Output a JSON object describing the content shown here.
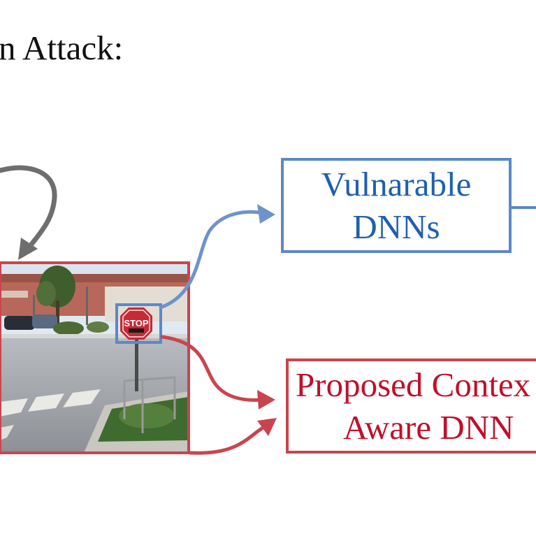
{
  "title": "n Attack:",
  "sign_text": "STOP",
  "boxes": {
    "vulnerable": {
      "line1": "Vulnarable",
      "line2": "DNNs"
    },
    "proposed": {
      "line1": "Proposed Contex",
      "line2": "Aware DNN"
    }
  },
  "colors": {
    "blue_stroke": "#5b88c8",
    "blue_text": "#1f5fb0",
    "red_stroke": "#c9454e",
    "red_text": "#c0102a",
    "gray_arrow": "#6e6e6e"
  }
}
